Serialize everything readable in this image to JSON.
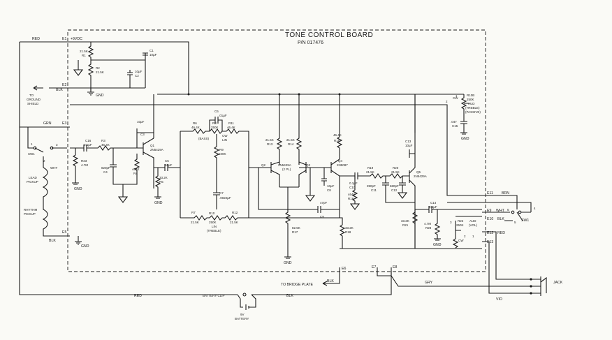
{
  "board": {
    "title": "TONE CONTROL BOARD",
    "part_number": "P/N 017476"
  },
  "wires": {
    "red_top": "RED",
    "blk_e2": "BLK",
    "grn": "GRN",
    "wht": "WHT",
    "blk_e3": "BLK",
    "brn": "BRN",
    "wht_e9": "WHT",
    "blk_e10": "BLK",
    "red_e12": "RED",
    "gry": "GRY",
    "vio": "VIO",
    "red_bottom": "RED",
    "blk_bottom": "BLK",
    "blk_e6": "BLK"
  },
  "terminals": {
    "e1": "E1",
    "e2": "E2",
    "e3": "E3",
    "e5": "E5",
    "e6": "E6",
    "e7": "E7",
    "e8": "E8",
    "e9": "E9",
    "e10": "E10",
    "e11": "E11",
    "e12": "E12",
    "e13": "E13"
  },
  "labels": {
    "vdc": "+9VDC",
    "to_ground_shield": [
      "TO",
      "GROUND",
      "SHIELD"
    ],
    "to_bridge_plate": "TO BRIDGE PLATE",
    "battery_clip": "BATTERY CLIP",
    "battery": [
      "9V",
      "BATTERY"
    ],
    "jack": "JACK",
    "lead_pickup": [
      "LEAD",
      "PICKUP"
    ],
    "rhythm_pickup": [
      "RHYTHM",
      "PICKUP"
    ],
    "sw1_left": [
      "1",
      "SW1"
    ],
    "sw1_right": "SW1",
    "gnd": "GND",
    "pin_2": "2",
    "pin_3": "3",
    "pin_4": "4",
    "pin_5": "5",
    "pin_6": "6",
    "pin_1": "1",
    "vol_pins": [
      "3",
      "2",
      "1"
    ]
  },
  "components": {
    "r1": [
      "21.5K",
      "R1"
    ],
    "r2": [
      "R2",
      "21.5K"
    ],
    "c1": [
      "C1",
      "10µF"
    ],
    "c2": [
      "10µF",
      "C2"
    ],
    "c16": [
      "C16",
      "0.1µF"
    ],
    "r3": [
      "R3",
      "46.4K"
    ],
    "r23": [
      "R23",
      "4.7M"
    ],
    "c3": [
      "10µF",
      "C3"
    ],
    "q1": [
      "Q1",
      "2N5429A"
    ],
    "c4": [
      "820pF",
      "C4"
    ],
    "r4": [
      "464K",
      "R4"
    ],
    "c5": [
      "C5",
      "10µF"
    ],
    "r5": [
      "33.2K",
      "R5"
    ],
    "c6": [
      "C6",
      ".01µF"
    ],
    "r6": [
      "R6",
      "46.4K"
    ],
    "r8": [
      "R8",
      "250K"
    ],
    "r11": [
      "R11",
      "46.4K"
    ],
    "bass": "(BASS)",
    "cw_lin": [
      "CW",
      "LIN"
    ],
    "r9": [
      "R9",
      "100K"
    ],
    "c7": [
      "C7",
      ".0022µF"
    ],
    "r7": [
      "R7",
      "21.5K"
    ],
    "r10": [
      "R10",
      "250K",
      "LIN",
      "(TREBLE)"
    ],
    "r12": [
      "R12",
      "21.5K"
    ],
    "r13": [
      "21.5K",
      "R13"
    ],
    "r14": [
      "21.5K",
      "R14"
    ],
    "q2": "Q2",
    "q3": "Q3",
    "q23": [
      "2N5429A",
      "(2 PL)"
    ],
    "r15": [
      "46.4K",
      "R15"
    ],
    "q4": [
      "Q4",
      "2N5087"
    ],
    "c8": [
      "10µF",
      "C8"
    ],
    "c9": [
      "47pF",
      "C9"
    ],
    "r16": [
      "464K",
      "R16"
    ],
    "r17": [
      "82.5K",
      "R17"
    ],
    "r18": [
      "33.2K",
      "R18"
    ],
    "c10": [
      "0.1µF",
      "C10"
    ],
    "r19": [
      "R19",
      "21.5K"
    ],
    "r20": [
      "R20",
      "21.5K"
    ],
    "c11": [
      "390pF",
      "C11"
    ],
    "c12": [
      "680pF",
      "C12"
    ],
    "c13": [
      "C13",
      "10µF"
    ],
    "q5": [
      "Q5",
      "2N5429A"
    ],
    "r21": [
      "33.2K",
      "R21"
    ],
    "r22": [
      "R22",
      "250K",
      "AUD",
      "(VOL)"
    ],
    "r28": [
      "4.7M",
      "R28"
    ],
    "c14": [
      "C14",
      "0.1µF"
    ],
    "r108": [
      "R10B",
      "250K",
      "AUD",
      "(TREBLE)",
      "(PASSIVE)"
    ],
    "c15": [
      ".047",
      "C15"
    ],
    "cw": "CW"
  }
}
